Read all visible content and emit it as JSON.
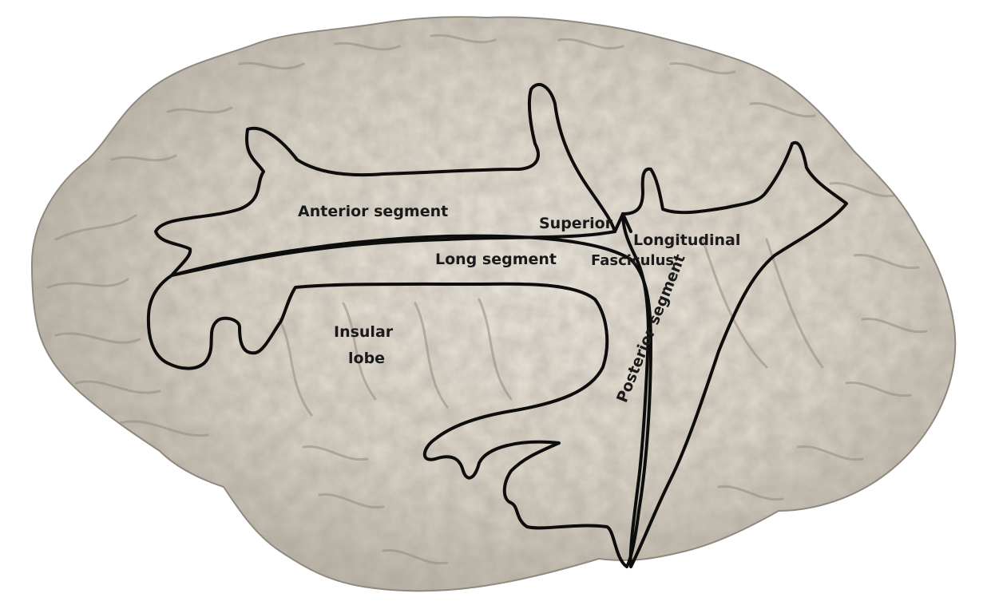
{
  "image": {
    "subject": "dissected-brain-hemisphere",
    "colors": {
      "background": "#ffffff",
      "tissue_base": "#d9d2c6",
      "tissue_light": "#ece7dd",
      "tissue_shadow": "#8d867c",
      "outline": "#0d0d0d",
      "label": "#1a1a1a"
    }
  },
  "labels": {
    "anterior_segment": "Anterior segment",
    "long_segment": "Long segment",
    "superior": "Superior",
    "longitudinal": "Longitudinal",
    "fasciculus": "Fasciculus",
    "insular": "Insular",
    "lobe": "lobe",
    "posterior_segment": "Posterior segment"
  }
}
